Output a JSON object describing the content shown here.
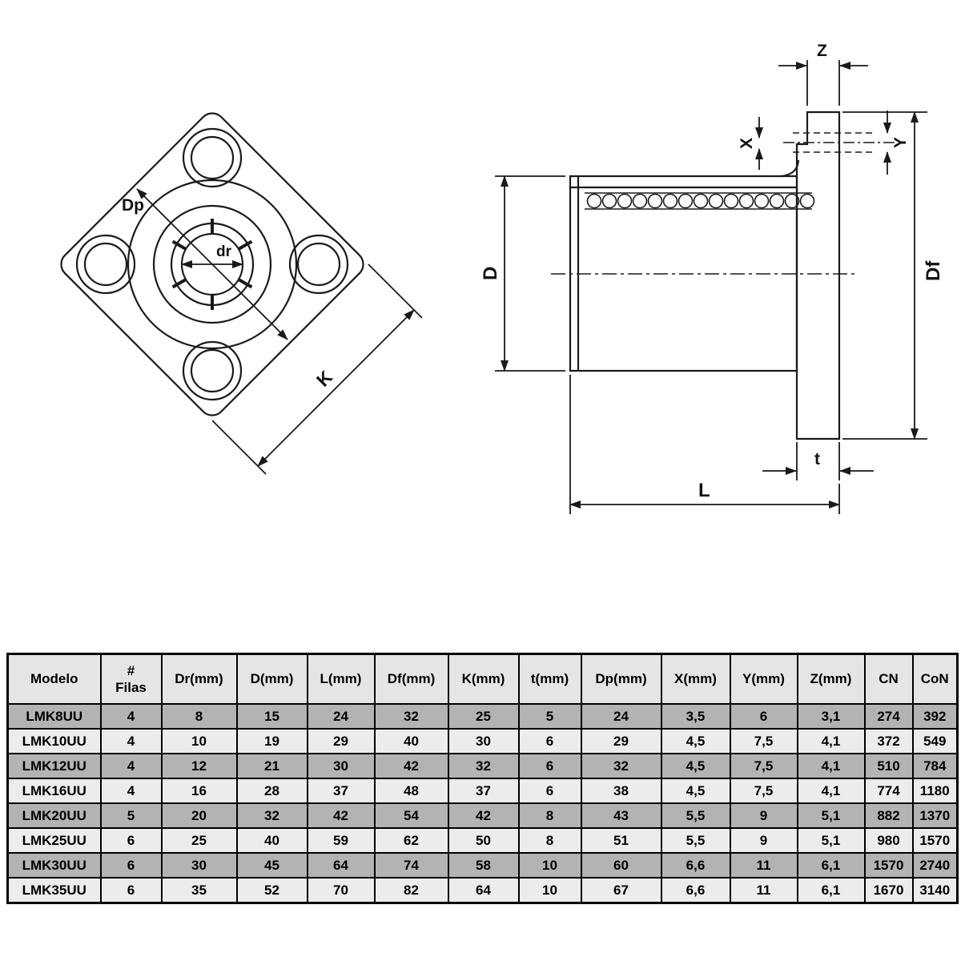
{
  "colors": {
    "header_bg": "#e5e5e5",
    "row_dark": "#b3b3b3",
    "row_light": "#ececec",
    "line": "#1a1a1a"
  },
  "drawing": {
    "front_view": {
      "dp_label": "Dp",
      "dr_label": "dr",
      "k_label": "K"
    },
    "side_view": {
      "z_label": "Z",
      "x_label": "X",
      "y_label": "Y",
      "d_label": "D",
      "df_label": "Df",
      "t_label": "t",
      "l_label": "L"
    }
  },
  "table": {
    "headers": [
      "Modelo",
      "#\nFilas",
      "Dr(mm)",
      "D(mm)",
      "L(mm)",
      "Df(mm)",
      "K(mm)",
      "t(mm)",
      "Dp(mm)",
      "X(mm)",
      "Y(mm)",
      "Z(mm)",
      "CN",
      "CoN"
    ],
    "rows": [
      [
        "LMK8UU",
        "4",
        "8",
        "15",
        "24",
        "32",
        "25",
        "5",
        "24",
        "3,5",
        "6",
        "3,1",
        "274",
        "392"
      ],
      [
        "LMK10UU",
        "4",
        "10",
        "19",
        "29",
        "40",
        "30",
        "6",
        "29",
        "4,5",
        "7,5",
        "4,1",
        "372",
        "549"
      ],
      [
        "LMK12UU",
        "4",
        "12",
        "21",
        "30",
        "42",
        "32",
        "6",
        "32",
        "4,5",
        "7,5",
        "4,1",
        "510",
        "784"
      ],
      [
        "LMK16UU",
        "4",
        "16",
        "28",
        "37",
        "48",
        "37",
        "6",
        "38",
        "4,5",
        "7,5",
        "4,1",
        "774",
        "1180"
      ],
      [
        "LMK20UU",
        "5",
        "20",
        "32",
        "42",
        "54",
        "42",
        "8",
        "43",
        "5,5",
        "9",
        "5,1",
        "882",
        "1370"
      ],
      [
        "LMK25UU",
        "6",
        "25",
        "40",
        "59",
        "62",
        "50",
        "8",
        "51",
        "5,5",
        "9",
        "5,1",
        "980",
        "1570"
      ],
      [
        "LMK30UU",
        "6",
        "30",
        "45",
        "64",
        "74",
        "58",
        "10",
        "60",
        "6,6",
        "11",
        "6,1",
        "1570",
        "2740"
      ],
      [
        "LMK35UU",
        "6",
        "35",
        "52",
        "70",
        "82",
        "64",
        "10",
        "67",
        "6,6",
        "11",
        "6,1",
        "1670",
        "3140"
      ]
    ]
  }
}
